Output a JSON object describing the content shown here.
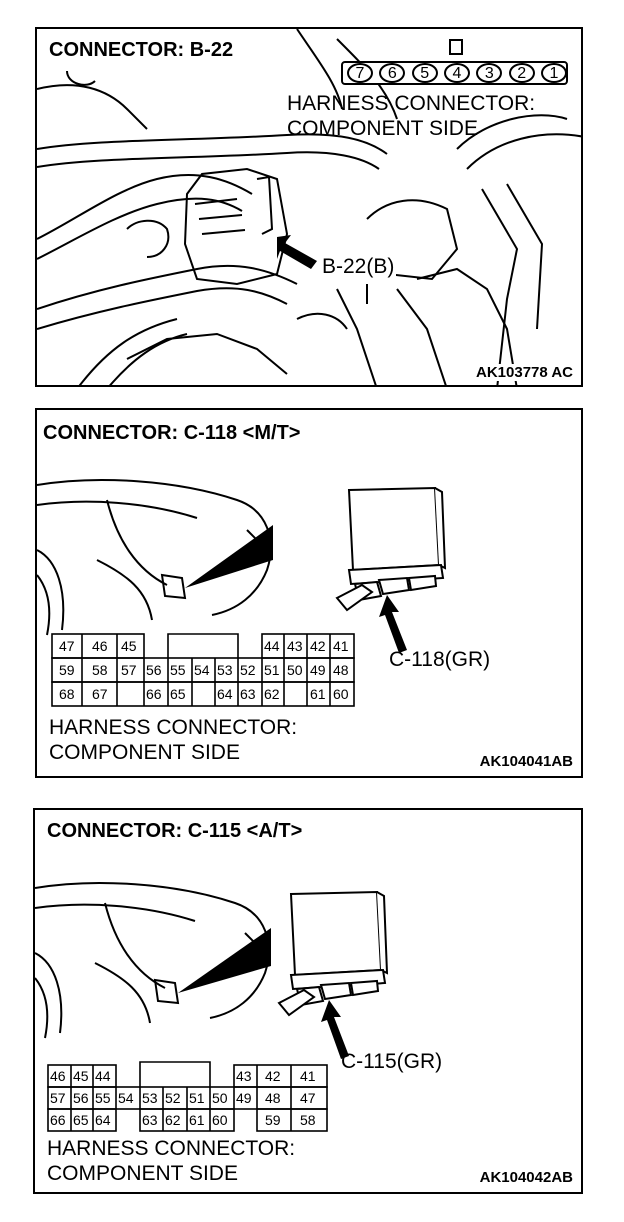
{
  "panels": [
    {
      "title": "CONNECTOR: B-22",
      "pins": [
        "7",
        "6",
        "5",
        "4",
        "3",
        "2",
        "1"
      ],
      "side_label_line1": "HARNESS CONNECTOR:",
      "side_label_line2": "COMPONENT SIDE",
      "callout": "B-22(B)",
      "code": "AK103778 AC"
    },
    {
      "title": "CONNECTOR: C-118 <M/T>",
      "pin_rows": [
        [
          "47",
          "46",
          "45",
          "44",
          "43",
          "42",
          "41"
        ],
        [
          "59",
          "58",
          "57",
          "56",
          "55",
          "54",
          "53",
          "52",
          "51",
          "50",
          "49",
          "48"
        ],
        [
          "68",
          "67",
          "66",
          "65",
          "64",
          "63",
          "62",
          "61",
          "60"
        ]
      ],
      "callout": "C-118(GR)",
      "side_label_line1": "HARNESS CONNECTOR:",
      "side_label_line2": "COMPONENT SIDE",
      "code": "AK104041AB"
    },
    {
      "title": "CONNECTOR: C-115 <A/T>",
      "pin_rows": [
        [
          "46",
          "45",
          "44",
          "43",
          "42",
          "41"
        ],
        [
          "57",
          "56",
          "55",
          "54",
          "53",
          "52",
          "51",
          "50",
          "49",
          "48",
          "47"
        ],
        [
          "66",
          "65",
          "64",
          "63",
          "62",
          "61",
          "60",
          "59",
          "58"
        ]
      ],
      "callout": "C-115(GR)",
      "side_label_line1": "HARNESS CONNECTOR:",
      "side_label_line2": "COMPONENT SIDE",
      "code": "AK104042AB"
    }
  ]
}
